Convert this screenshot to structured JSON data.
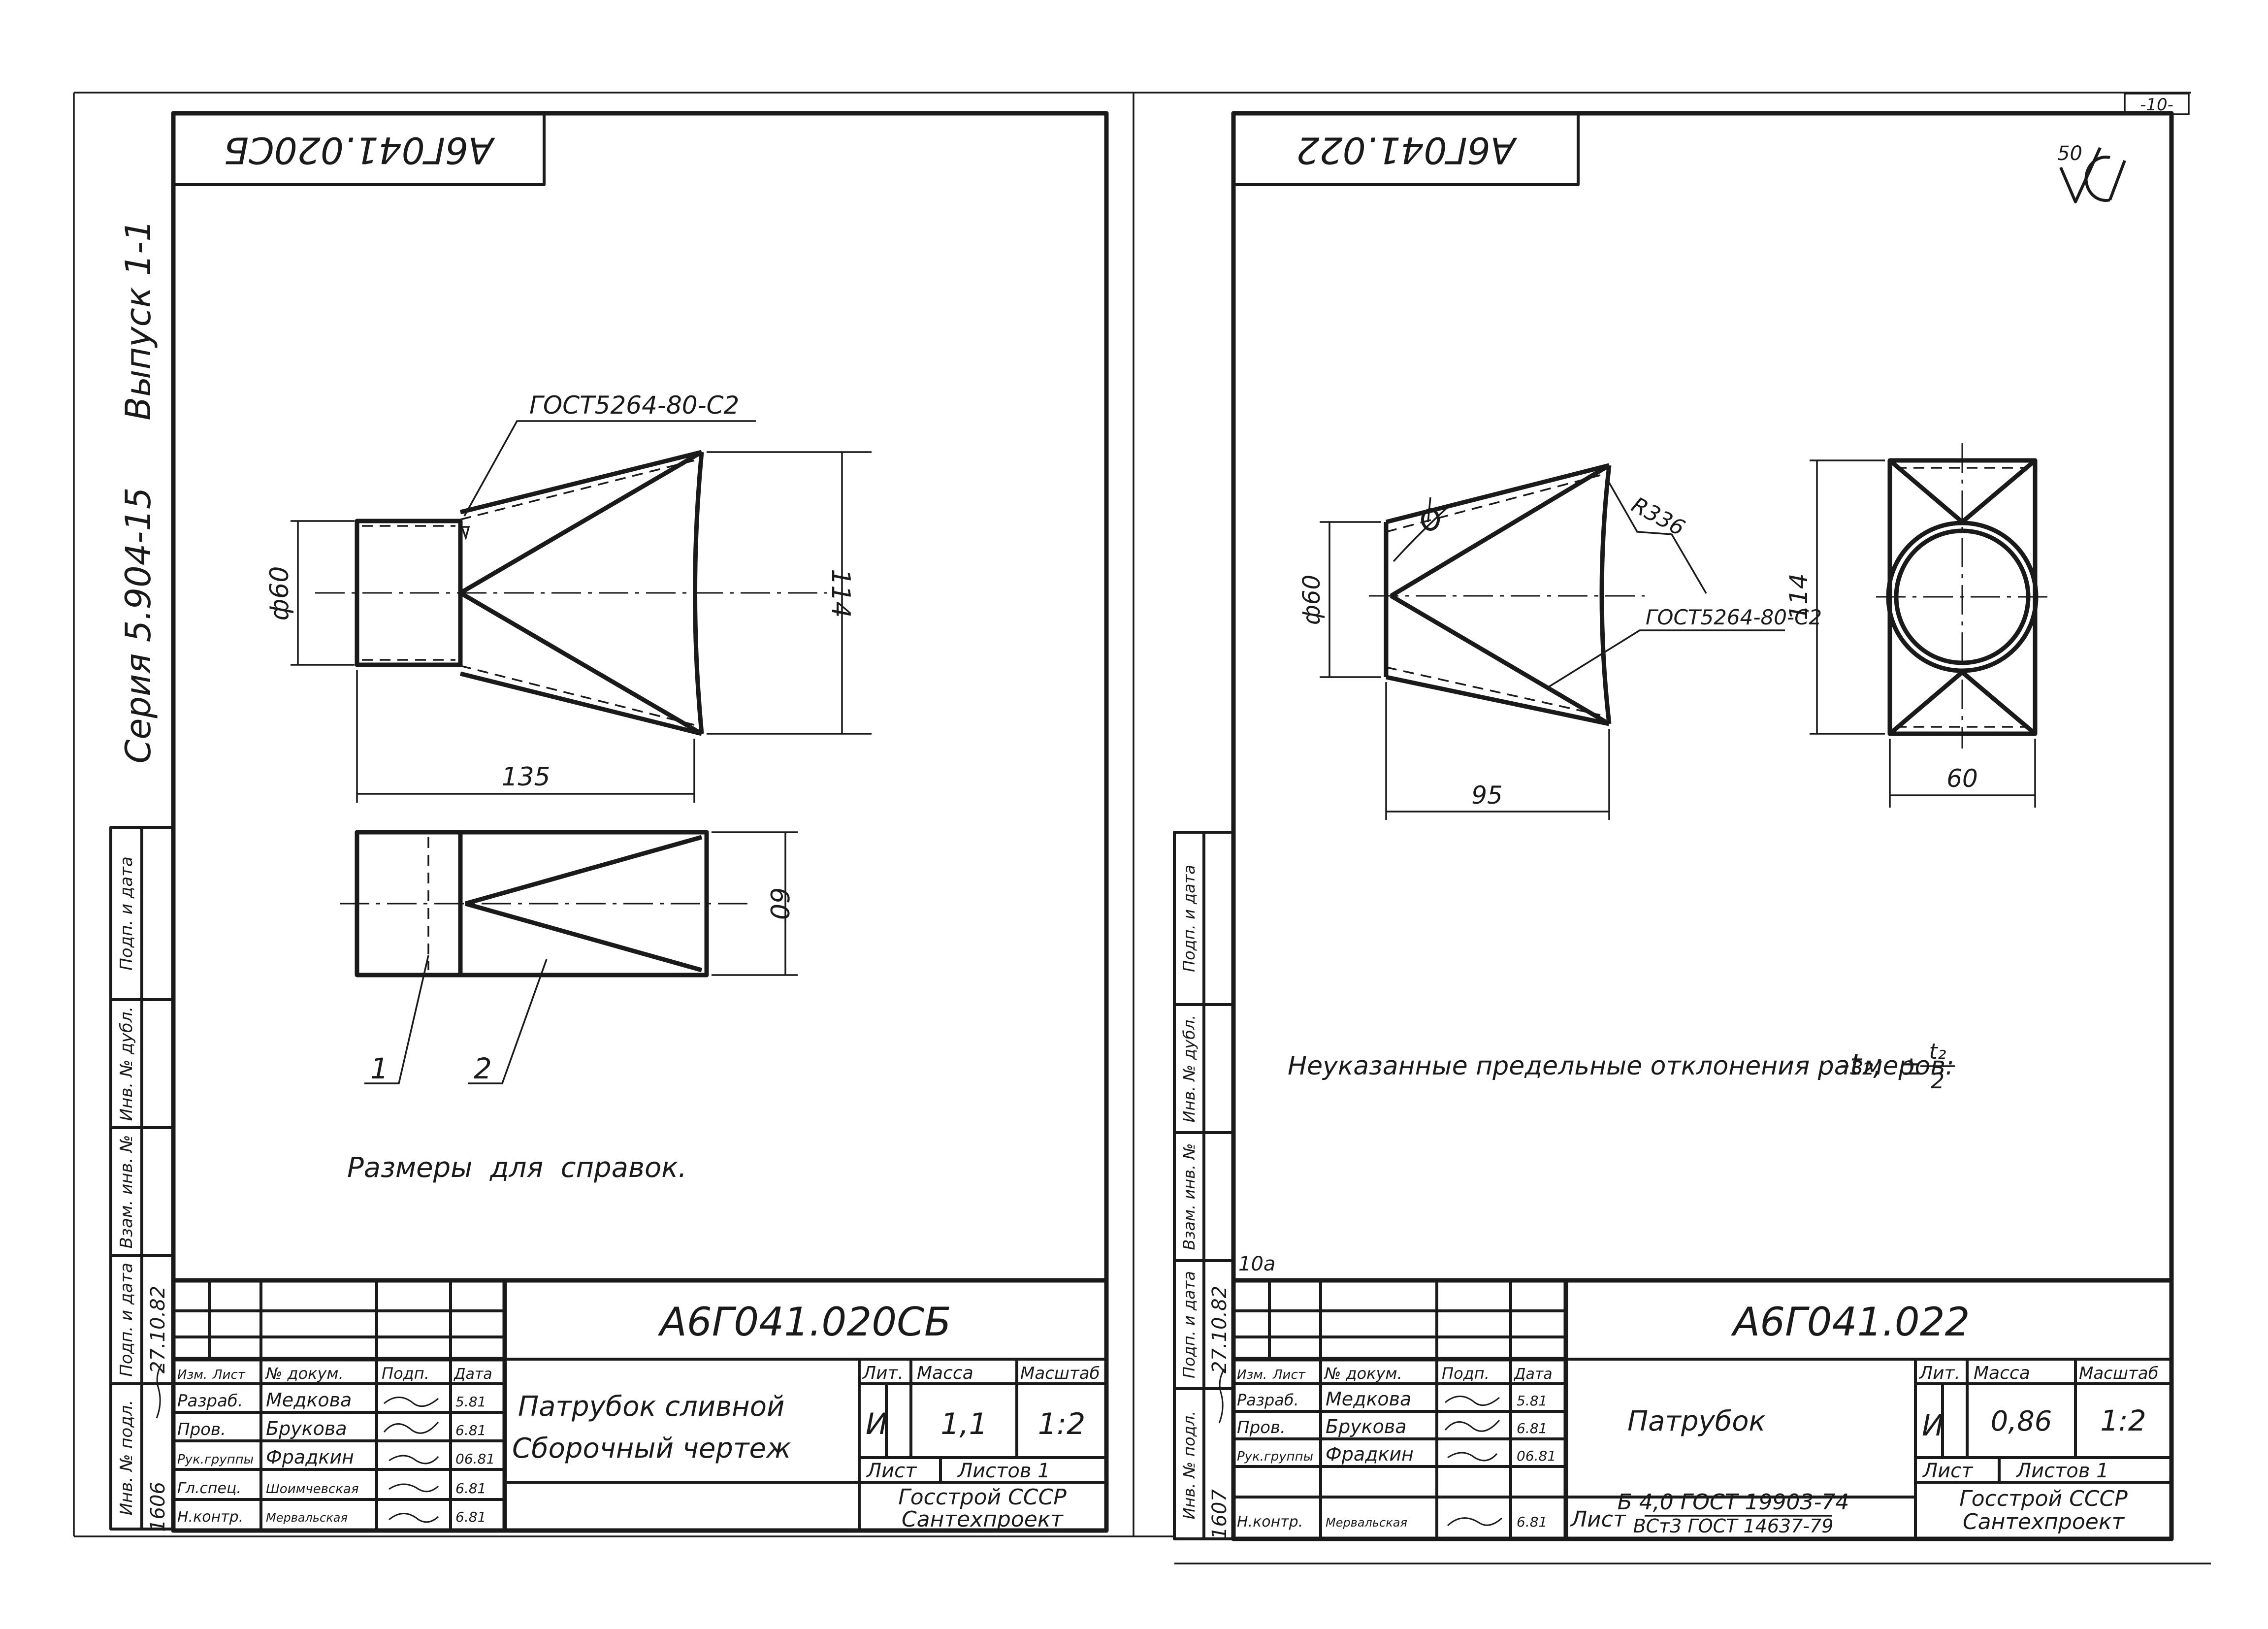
{
  "left_sheet": {
    "code_top": "А6Г041.020СБ",
    "series": "Серия 5.904-15",
    "issue": "Выпуск 1-1",
    "weld_note": "ГОСТ5264-80-С2",
    "dims": {
      "dia": "ф60",
      "height": "114",
      "length": "135",
      "width": "60"
    },
    "callouts": [
      "1",
      "2"
    ],
    "note": "Размеры  для  справок.",
    "side_stamp": [
      "Подп. и дата",
      "Инв. № дубл.",
      "Взам. инв. №",
      "Подп. и дата",
      "Инв. № подл."
    ],
    "side_values": [
      "27.10.82",
      "1606"
    ],
    "title_block": {
      "code": "А6Г041.020СБ",
      "name": "Патрубок сливной",
      "doc_type": "Сборочный чертеж",
      "col_headers": [
        "Изм.",
        "Лист",
        "№ докум.",
        "Подп.",
        "Дата"
      ],
      "roles": [
        {
          "role": "Разраб.",
          "name": "Медкова",
          "date": "5.81"
        },
        {
          "role": "Пров.",
          "name": "Брукова",
          "date": "6.81"
        },
        {
          "role": "Рук.группы",
          "name": "Фрадкин",
          "date": "06.81"
        },
        {
          "role": "Гл.спец.",
          "name": "Шоимчевская",
          "date": "6.81"
        },
        {
          "role": "Н.контр.",
          "name": "Мервальская",
          "date": "6.81"
        }
      ],
      "lit_label": "Лит.",
      "mass_label": "Масса",
      "scale_label": "Масштаб",
      "lit": "И",
      "mass": "1,1",
      "scale": "1:2",
      "sheet_label": "Лист",
      "sheets_label": "Листов 1",
      "org_line1": "Госстрой СССР",
      "org_line2": "Сантехпроект"
    }
  },
  "right_sheet": {
    "code_top": "А6Г041.022",
    "corner_mark": "-10-",
    "roughness": "50",
    "weld_note": "ГОСТ5264-80-С2",
    "radius": "R336",
    "dims": {
      "dia": "ф60",
      "height": "114",
      "length": "95",
      "width": "60"
    },
    "note_text": "Неуказанные предельные отклонения размеров:",
    "note_t1": "-t₂;",
    "note_sign": "±",
    "note_num": "t₂",
    "note_den": "2",
    "side_stamp": [
      "Подп. и дата",
      "Инв. № дубл.",
      "Взам. инв. №",
      "Подп. и дата",
      "Инв. № подл."
    ],
    "side_values": [
      "27.10.82",
      "1607"
    ],
    "page_num": "10а",
    "title_block": {
      "code": "А6Г041.022",
      "name": "Патрубок",
      "col_headers": [
        "Изм.",
        "Лист",
        "№ докум.",
        "Подп.",
        "Дата"
      ],
      "roles": [
        {
          "role": "Разраб.",
          "name": "Медкова",
          "date": "5.81"
        },
        {
          "role": "Пров.",
          "name": "Брукова",
          "date": "6.81"
        },
        {
          "role": "Рук.группы",
          "name": "Фрадкин",
          "date": "06.81"
        },
        {
          "role": "Н.контр.",
          "name": "Мервальская",
          "date": "6.81"
        }
      ],
      "lit_label": "Лит.",
      "mass_label": "Масса",
      "scale_label": "Масштаб",
      "lit": "И",
      "mass": "0,86",
      "scale": "1:2",
      "sheet_label": "Лист",
      "sheets_label": "Листов 1",
      "material_line1": "Б 4,0 ГОСТ 19903-74",
      "material_prefix": "Лист",
      "material_line2": "ВСт3 ГОСТ 14637-79",
      "org_line1": "Госстрой СССР",
      "org_line2": "Сантехпроект"
    }
  }
}
